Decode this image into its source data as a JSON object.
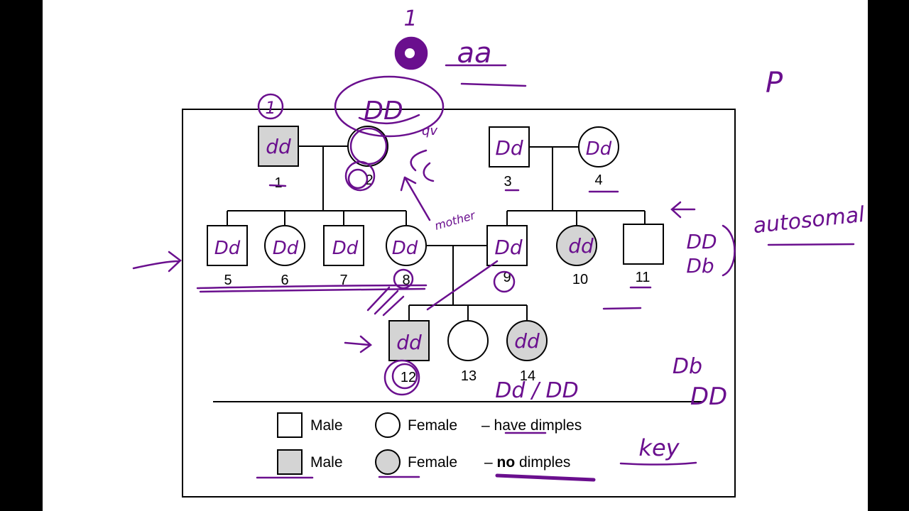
{
  "colors": {
    "ink": "#6a0f8e",
    "affected_fill": "#d4d4d4",
    "line": "#000000",
    "background": "#ffffff"
  },
  "pedigree": {
    "individuals": [
      {
        "id": "1",
        "sex": "male",
        "affected": true,
        "genotype": "dd"
      },
      {
        "id": "2",
        "sex": "female",
        "affected": false,
        "genotype": ""
      },
      {
        "id": "3",
        "sex": "male",
        "affected": false,
        "genotype": "Dd"
      },
      {
        "id": "4",
        "sex": "female",
        "affected": false,
        "genotype": "Dd"
      },
      {
        "id": "5",
        "sex": "male",
        "affected": false,
        "genotype": "Dd"
      },
      {
        "id": "6",
        "sex": "female",
        "affected": false,
        "genotype": "Dd"
      },
      {
        "id": "7",
        "sex": "male",
        "affected": false,
        "genotype": "Dd"
      },
      {
        "id": "8",
        "sex": "female",
        "affected": false,
        "genotype": "Dd"
      },
      {
        "id": "9",
        "sex": "male",
        "affected": false,
        "genotype": "Dd"
      },
      {
        "id": "10",
        "sex": "female",
        "affected": true,
        "genotype": "dd"
      },
      {
        "id": "11",
        "sex": "male",
        "affected": false,
        "genotype": ""
      },
      {
        "id": "12",
        "sex": "male",
        "affected": true,
        "genotype": "dd"
      },
      {
        "id": "13",
        "sex": "female",
        "affected": false,
        "genotype": ""
      },
      {
        "id": "14",
        "sex": "female",
        "affected": true,
        "genotype": "dd"
      }
    ]
  },
  "key": {
    "male": "Male",
    "female": "Female",
    "have_dimples": "– have dimples",
    "no_dash": "– ",
    "no_bold": "no",
    "no_dimples": " dimples"
  },
  "annotations": {
    "top_number": "1",
    "top_word": "aa",
    "p_mark": "P",
    "circled_one": "1",
    "dd_big": "DD",
    "qv": "qv",
    "mother": "mother",
    "autosomal": "autosomal",
    "arrow_left": "←",
    "dd_option": "DD",
    "db_option": "Db",
    "key_word": "key",
    "offspring_options": "Dd / DD",
    "lower_db": "Db",
    "lower_dd": "DD"
  }
}
